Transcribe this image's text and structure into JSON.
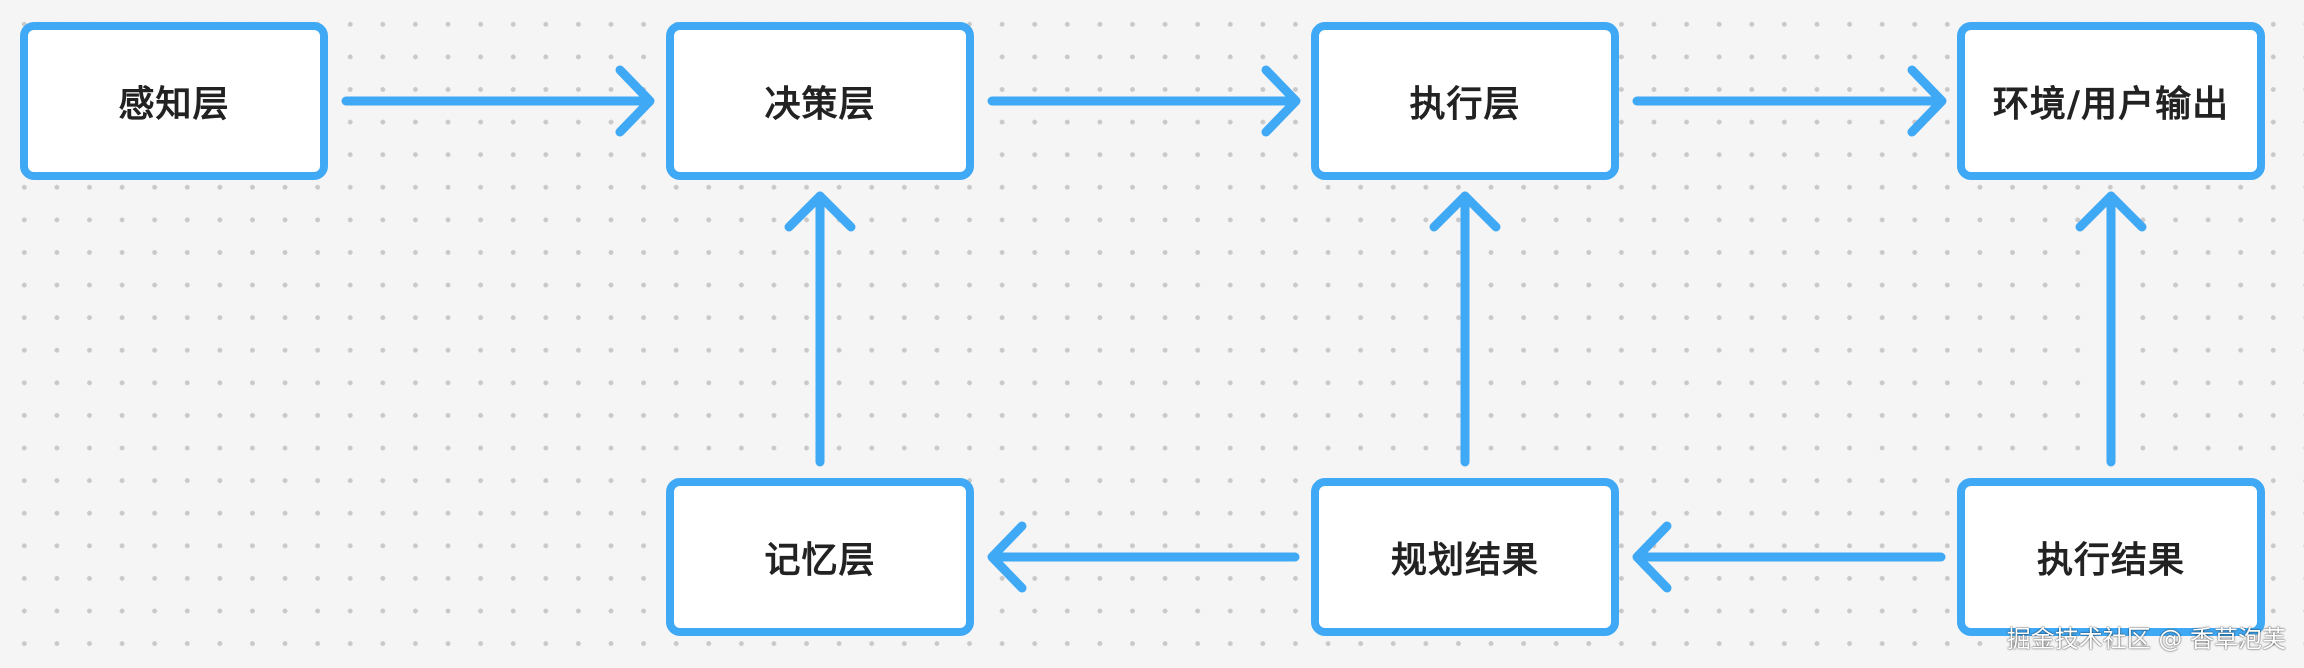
{
  "nodes": {
    "perception": "感知层",
    "decision": "决策层",
    "execution": "执行层",
    "output": "环境/用户输出",
    "memory": "记忆层",
    "plan_result": "规划结果",
    "exec_result": "执行结果"
  },
  "watermark": "掘金技术社区 @ 香草泡芙",
  "colors": {
    "accent": "#3fa9f5",
    "box_fill": "#ffffff",
    "text": "#222222",
    "background": "#f5f5f5",
    "grid_dot": "#c9c9c9"
  }
}
